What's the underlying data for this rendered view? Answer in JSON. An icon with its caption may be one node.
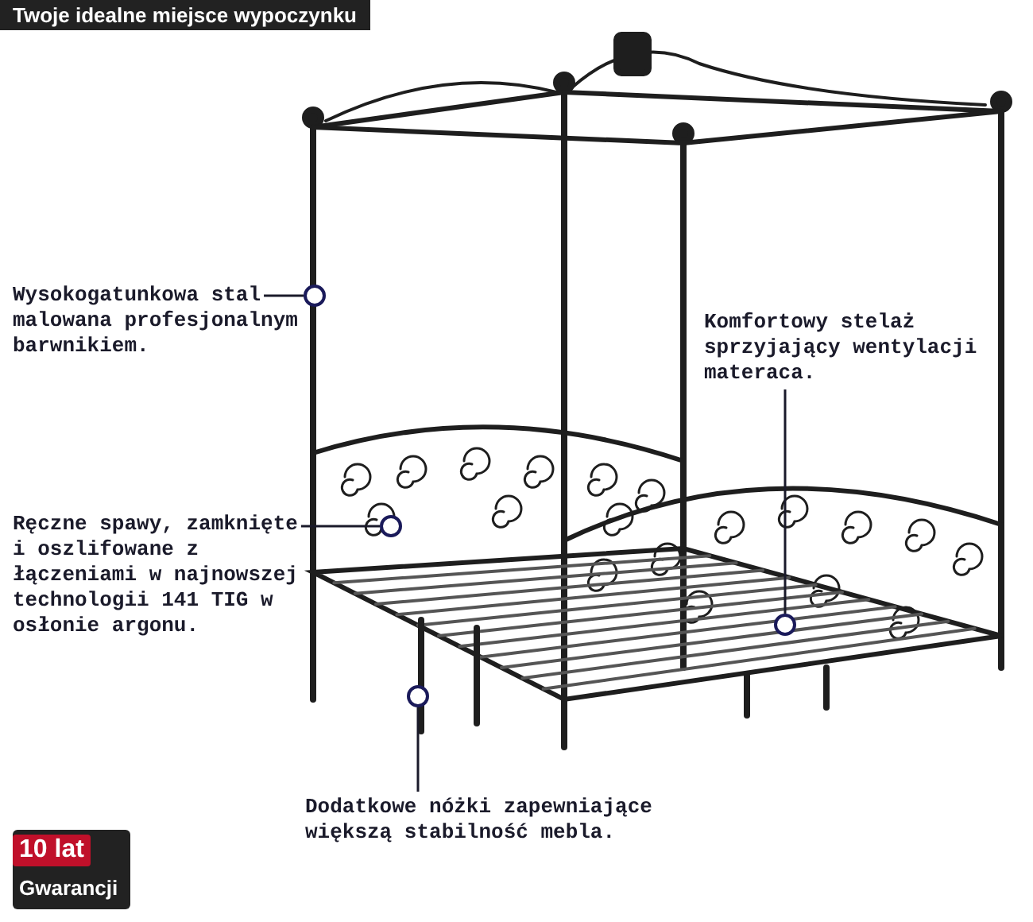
{
  "diagram": {
    "title": "Twoje idealne miejsce wypoczynku",
    "nodes": [
      {
        "text": [
          "Wysokogatunkowa stal malowana profesjonalnym barwnikiem."
        ]
      },
      {
        "text": [],
        "shape": "circle"
      },
      {
        "text": [
          "Ręczne spawy, zamknięte i oszlifowane z łączeniami w najnowszej technologii 141 TIG w osłonie argonu."
        ]
      },
      {
        "text": [],
        "shape": "circle"
      },
      {
        "text": [
          "Komfortowy stelaż sprzyjający wentylacji materaca."
        ]
      },
      {
        "text": [],
        "shape": "circle"
      },
      {
        "text": [
          "Dodatkowe nóżki zapewniające większą stabilność mebla."
        ]
      },
      {
        "text": [],
        "shape": "circle"
      }
    ],
    "edges": [
      {
        "from": 0,
        "to": 1,
        "arrow": "none"
      },
      {
        "from": 2,
        "to": 3,
        "arrow": "none"
      },
      {
        "from": 4,
        "to": 5,
        "arrow": "none"
      },
      {
        "from": 6,
        "to": 7,
        "arrow": "none"
      }
    ],
    "labels": [
      "10 lat",
      "Gwarancji"
    ]
  }
}
